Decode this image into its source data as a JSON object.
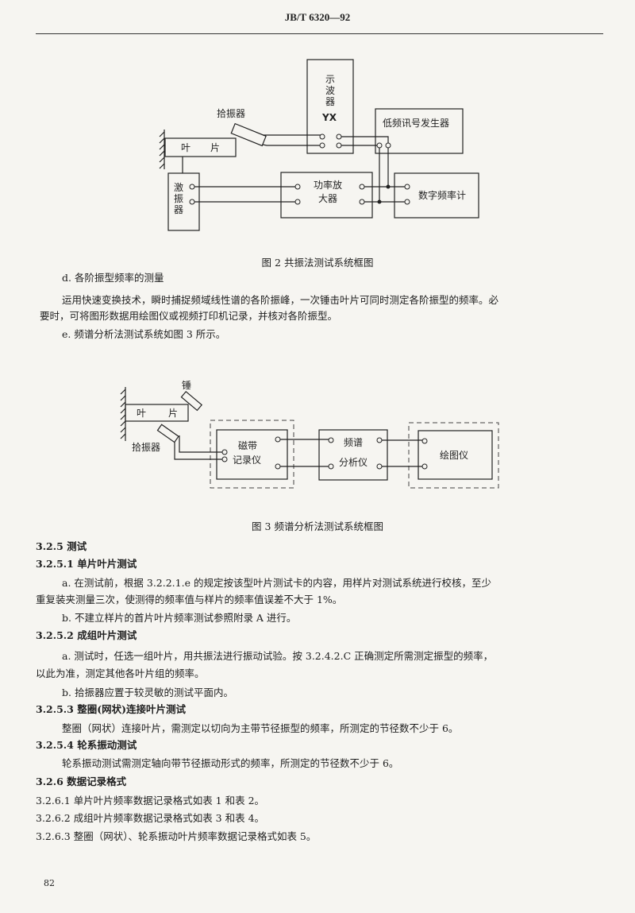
{
  "header": {
    "code": "JB/T 6320—92"
  },
  "figure2": {
    "caption": "图 2   共振法测试系统框图",
    "blade": [
      "叶",
      "片"
    ],
    "pickup": "拾振器",
    "oscilloscope": [
      "示",
      "波",
      "器"
    ],
    "oscilloscope_yx": "YX",
    "signal_generator": "低频讯号发生器",
    "exciter": [
      "激",
      "振",
      "器"
    ],
    "amplifier": [
      "功率放",
      "大器"
    ],
    "frequency_counter": "数字频率计"
  },
  "figure3": {
    "caption": "图 3   频谱分析法测试系统框图",
    "blade": [
      "叶",
      "片"
    ],
    "hammer": "锤",
    "pickup": "拾振器",
    "tape_recorder": [
      "磁带",
      "记录仪"
    ],
    "spectrum_analyzer": [
      "频谱",
      "分析仪"
    ],
    "plotter": "绘图仪"
  },
  "body": {
    "d_title": "d.   各阶振型频率的测量",
    "d_text_1": "运用快速变换技术，瞬时捕捉频域线性谱的各阶振峰，一次锤击叶片可同时测定各阶振型的频率。必",
    "d_text_2": "要时，可将图形数据用绘图仪或视频打印机记录，并核对各阶振型。",
    "e_text": "e.   频谱分析法测试系统如图 3 所示。",
    "s325": "3.2.5   测试",
    "s3251": "3.2.5.1   单片叶片测试",
    "s3251_a1": "a.   在测试前，根据 3.2.2.1.e 的规定按该型叶片测试卡的内容，用样片对测试系统进行校核，至少",
    "s3251_a2": "重复装夹测量三次，使测得的频率值与样片的频率值误差不大于 1%。",
    "s3251_b": "b.   不建立样片的首片叶片频率测试参照附录 A 进行。",
    "s3252": "3.2.5.2   成组叶片测试",
    "s3252_a1": "a.   测试时，任选一组叶片，用共振法进行振动试验。按 3.2.4.2.C 正确测定所需测定振型的频率，",
    "s3252_a2": "以此为准，测定其他各叶片组的频率。",
    "s3252_b": "b.   拾振器应置于较灵敏的测试平面内。",
    "s3253": "3.2.5.3   整圈(网状)连接叶片测试",
    "s3253_t": "整圈（网状）连接叶片，需测定以切向为主带节径振型的频率，所测定的节径数不少于 6。",
    "s3254": "3.2.5.4   轮系振动测试",
    "s3254_t": "轮系振动测试需测定轴向带节径振动形式的频率，所测定的节径数不少于 6。",
    "s326": "3.2.6   数据记录格式",
    "s3261": "3.2.6.1   单片叶片频率数据记录格式如表 1 和表 2。",
    "s3262": "3.2.6.2   成组叶片频率数据记录格式如表 3 和表 4。",
    "s3263": "3.2.6.3   整圈（网状）、轮系振动叶片频率数据记录格式如表 5。"
  },
  "footer": {
    "page_number": "82"
  }
}
